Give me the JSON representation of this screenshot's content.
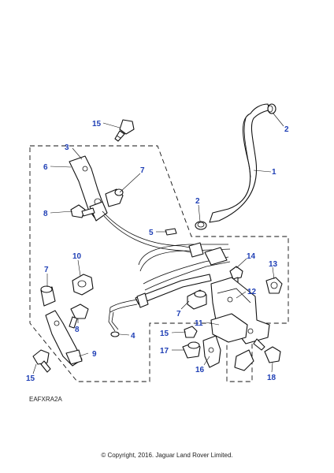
{
  "diagram": {
    "figure_ref": "EAFXRA2A",
    "callout_color": "#1f3fb5",
    "callouts": [
      {
        "id": "c15a",
        "label": "15"
      },
      {
        "id": "c2a",
        "label": "2"
      },
      {
        "id": "c3",
        "label": "3"
      },
      {
        "id": "c6",
        "label": "6"
      },
      {
        "id": "c7a",
        "label": "7"
      },
      {
        "id": "c1",
        "label": "1"
      },
      {
        "id": "c2b",
        "label": "2"
      },
      {
        "id": "c8a",
        "label": "8"
      },
      {
        "id": "c5",
        "label": "5"
      },
      {
        "id": "c14",
        "label": "14"
      },
      {
        "id": "c10",
        "label": "10"
      },
      {
        "id": "c13",
        "label": "13"
      },
      {
        "id": "c7b",
        "label": "7"
      },
      {
        "id": "c12",
        "label": "12"
      },
      {
        "id": "c7c",
        "label": "7"
      },
      {
        "id": "c8b",
        "label": "8"
      },
      {
        "id": "c4",
        "label": "4"
      },
      {
        "id": "c11",
        "label": "11"
      },
      {
        "id": "c15b",
        "label": "15"
      },
      {
        "id": "c9",
        "label": "9"
      },
      {
        "id": "c17",
        "label": "17"
      },
      {
        "id": "c16",
        "label": "16"
      },
      {
        "id": "c15c",
        "label": "15"
      },
      {
        "id": "c18",
        "label": "18"
      }
    ]
  },
  "footer": {
    "copyright": "© Copyright, 2016. Jaguar Land Rover Limited."
  }
}
